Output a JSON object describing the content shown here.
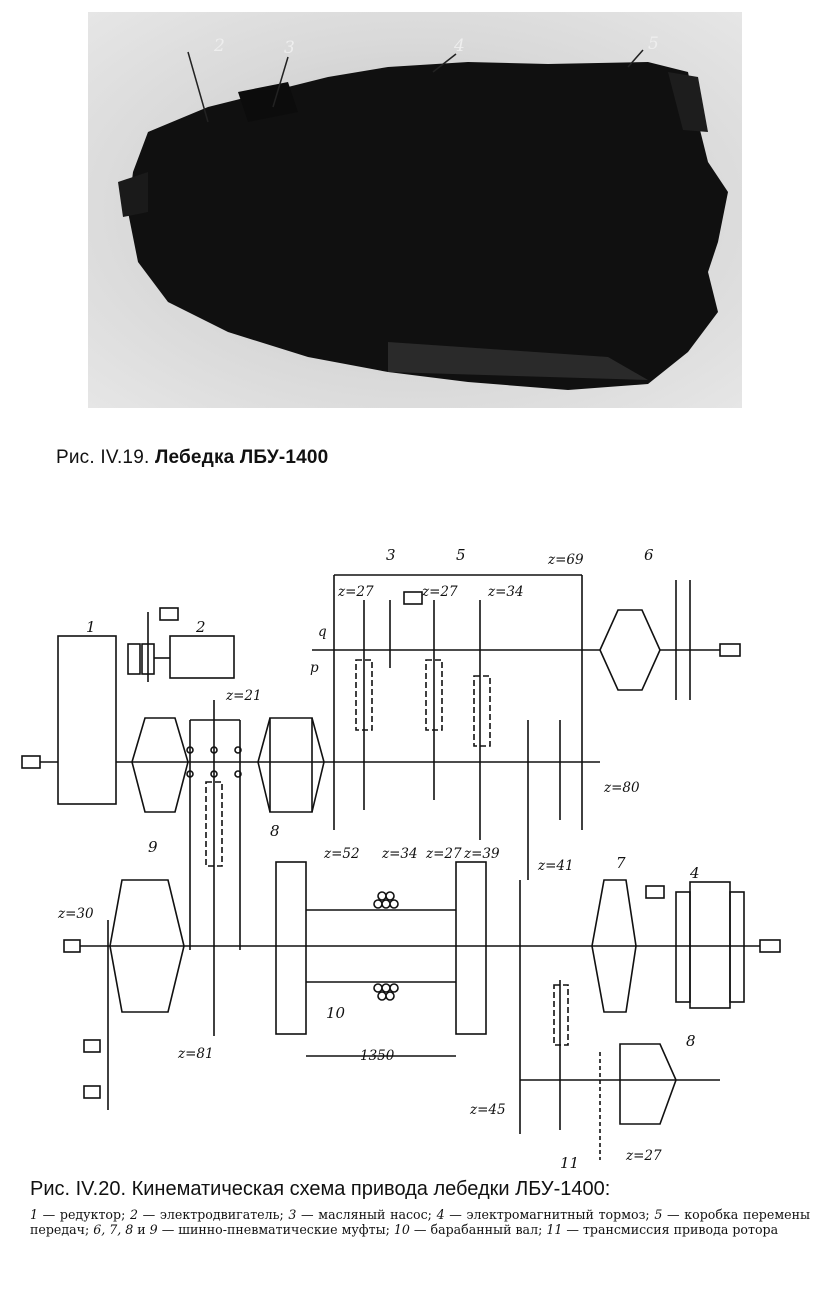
{
  "photo": {
    "labels": [
      "2",
      "3",
      "4",
      "5"
    ]
  },
  "caption1": {
    "prefix": "Рис. IV.19.",
    "title": "Лебедка ЛБУ-1400"
  },
  "schema": {
    "part_numbers": [
      "1",
      "2",
      "3",
      "4",
      "5",
      "6",
      "7",
      "8",
      "8",
      "9",
      "10",
      "11"
    ],
    "gear_labels": {
      "z21": "z=21",
      "z27a": "z=27",
      "z27b": "z=27",
      "z34a": "z=34",
      "z69": "z=69",
      "z80": "z=80",
      "z52": "z=52",
      "z34b": "z=34",
      "z27c": "z=27",
      "z39": "z=39",
      "z41": "z=41",
      "z30": "z=30",
      "z81": "z=81",
      "z45": "z=45",
      "z27d": "z=27"
    },
    "dimension": "1350",
    "letters": [
      "p",
      "q"
    ]
  },
  "caption2": {
    "text": "Рис. IV.20. Кинематическая схема привода лебедки ЛБУ-1400:"
  },
  "legend": {
    "items": [
      {
        "num": "1",
        "text": " — редуктор; "
      },
      {
        "num": "2",
        "text": " — электродвигатель; "
      },
      {
        "num": "3",
        "text": " — масляный насос; "
      },
      {
        "num": "4",
        "text": " — электромагнитный тормоз; "
      },
      {
        "num": "5",
        "text": " — коробка перемены передач; "
      },
      {
        "num": "6, 7, 8",
        "text": " и "
      },
      {
        "num": "9",
        "text": " — шинно-пневматические муфты; "
      },
      {
        "num": "10",
        "text": " — барабанный вал; "
      },
      {
        "num": "11",
        "text": " — трансмиссия привода ротора"
      }
    ]
  }
}
